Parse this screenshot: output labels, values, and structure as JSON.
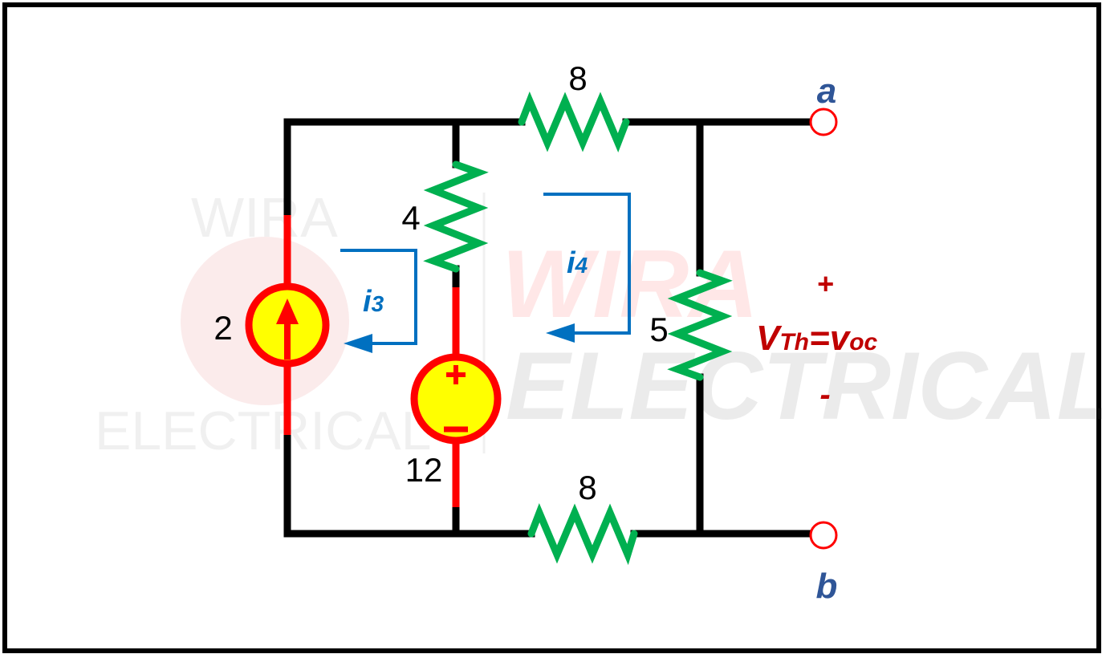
{
  "watermark": {
    "small_top": "WIRA",
    "small_bottom": "ELECTRICAL",
    "large_top": "WIRA",
    "large_bottom": "ELECTRICAL"
  },
  "components": {
    "current_source": {
      "value": "2"
    },
    "voltage_source": {
      "value": "12",
      "plus": "+",
      "minus": "−"
    },
    "r_top": {
      "value": "8"
    },
    "r_bottom": {
      "value": "8"
    },
    "r_middle": {
      "value": "4"
    },
    "r_right": {
      "value": "5"
    }
  },
  "terminals": {
    "a": "a",
    "b": "b"
  },
  "loops": {
    "i3": {
      "base": "i",
      "sub": "3"
    },
    "i4": {
      "base": "i",
      "sub": "4"
    }
  },
  "output": {
    "plus": "+",
    "minus": "-",
    "v_base": "V",
    "v_sub": "Th",
    "eq": "=v",
    "oc_sub": "oc"
  },
  "colors": {
    "wire": "#000000",
    "source_wire": "#ff0000",
    "resistor": "#00b050",
    "source_fill": "#ffff00",
    "loop_arrow": "#0070c0",
    "terminal_label": "#2f5597",
    "vth_label": "#c00000",
    "terminal_circle": "#ff0000"
  }
}
